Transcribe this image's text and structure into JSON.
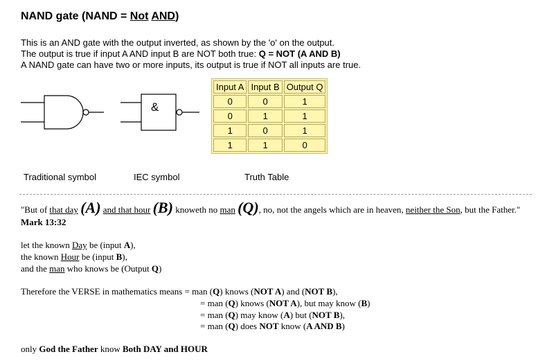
{
  "title": {
    "part1": "NAND gate (NAND = ",
    "not": "Not",
    "space": " ",
    "and": "AND",
    "close": ")"
  },
  "intro": {
    "line1": "This is an AND gate with the output inverted, as shown by the 'o' on the output.",
    "line2_pre": "The output is true if input A AND input B are NOT both true: ",
    "line2_bold": "Q = NOT (A AND B)",
    "line3": "A NAND gate can have two or more inputs, its output is true if NOT all inputs are true."
  },
  "iec_symbol_text": "&",
  "truth_table": {
    "headers": [
      "Input A",
      "Input B",
      "Output Q"
    ],
    "rows": [
      [
        "0",
        "0",
        "1"
      ],
      [
        "0",
        "1",
        "1"
      ],
      [
        "1",
        "0",
        "1"
      ],
      [
        "1",
        "1",
        "0"
      ]
    ]
  },
  "captions": {
    "traditional": "Traditional symbol",
    "iec": "IEC symbol",
    "truth": "Truth Table"
  },
  "verse": {
    "t1": "\"But of ",
    "t2": "that day",
    "t3": " ",
    "a": "(A)",
    "t4": " ",
    "t5": "and that hour",
    "t6": " ",
    "b": "(B)",
    "t7": " knoweth no ",
    "t8": "man",
    "t9": " ",
    "q": "(Q)",
    "t10": ", no, not the angels which are in heaven, ",
    "t11": "neither the Son",
    "t12": ", but the Father.\"   ",
    "ref": "Mark 13:32"
  },
  "defs": {
    "l1_pre": "let the known ",
    "l1_u": "Day",
    "l1_mid": " be (input ",
    "l1_b": "A",
    "l1_post": "),",
    "l2_pre": "the known ",
    "l2_u": "Hour",
    "l2_mid": " be (input ",
    "l2_b": "B",
    "l2_post": "),",
    "l3_pre": "and the ",
    "l3_u": "man",
    "l3_mid": " who knows be (Output ",
    "l3_b": "Q",
    "l3_post": ")"
  },
  "therefore": {
    "lead": "Therefore the VERSE in mathematics means ",
    "e1_a": "= man (",
    "e1_q": "Q",
    "e1_b": ") knows (",
    "e1_c": "NOT A",
    "e1_d": ") and (",
    "e1_e": "NOT B",
    "e1_f": "),",
    "e2_a": "= man (",
    "e2_q": "Q",
    "e2_b": ") knows (",
    "e2_c": "NOT A",
    "e2_d": "), but may know (",
    "e2_e": "B",
    "e2_f": ")",
    "e3_a": "= man (",
    "e3_q": "Q",
    "e3_b": ") may know (",
    "e3_c": "A",
    "e3_d": ") but (",
    "e3_e": "NOT B",
    "e3_f": "),",
    "e4_a": "= man (",
    "e4_q": "Q",
    "e4_b": ") does ",
    "e4_c": "NOT",
    "e4_d": " know (",
    "e4_e": "A AND B",
    "e4_f": ")"
  },
  "conclusion": {
    "pre": "only ",
    "b1": "God the Father",
    "mid": " know ",
    "b2": "Both DAY and HOUR"
  }
}
